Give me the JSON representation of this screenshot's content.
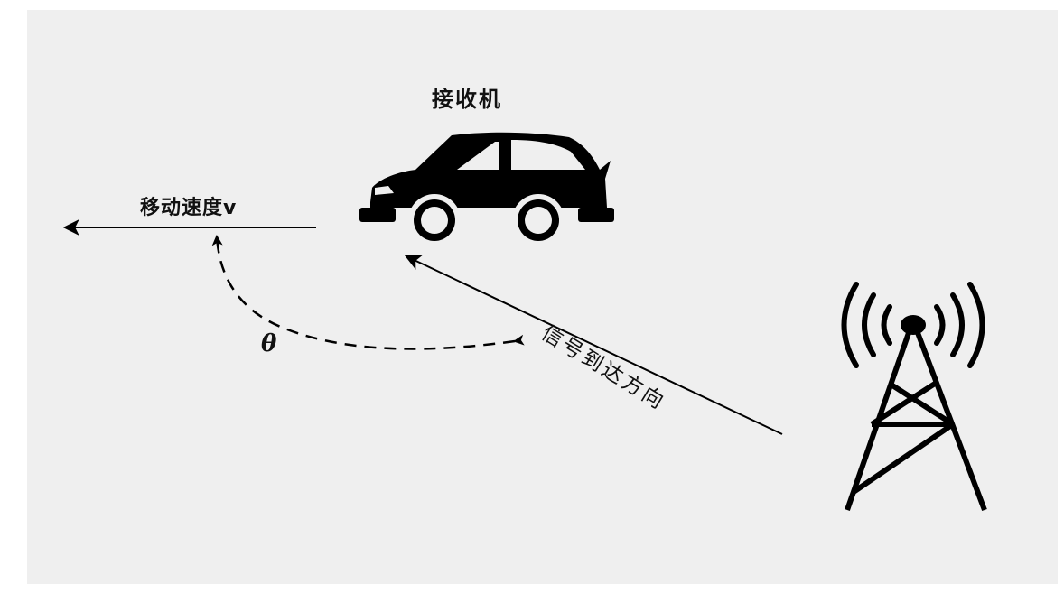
{
  "diagram": {
    "receiver_label": "接收机",
    "speed_label": "移动速度v",
    "angle_label": "θ",
    "signal_label": "信号到达方向"
  },
  "icons": [
    "car-icon",
    "cell-tower-icon",
    "velocity-arrow",
    "signal-arrow",
    "angle-arc"
  ],
  "colors": {
    "background": "#efefef",
    "ink": "#000000"
  }
}
